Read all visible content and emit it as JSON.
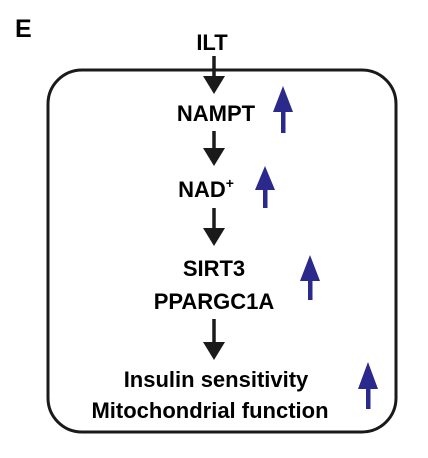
{
  "panel_letter": "E",
  "nodes": {
    "ilt": "ILT",
    "nampt": "NAMPT",
    "nad": "NAD",
    "nad_sup": "+",
    "sirt3": "SIRT3",
    "ppargc1a": "PPARGC1A",
    "insulin": "Insulin sensitivity",
    "mito": "Mitochondrial function"
  },
  "colors": {
    "flow_arrow": "#1a1a1a",
    "up_arrow": "#2b2a8c",
    "box_border": "#1a1a1a"
  },
  "indicators": {
    "nampt": "up",
    "nad": "up",
    "sirt3_ppargc1a": "up",
    "insulin_mito": "up"
  }
}
